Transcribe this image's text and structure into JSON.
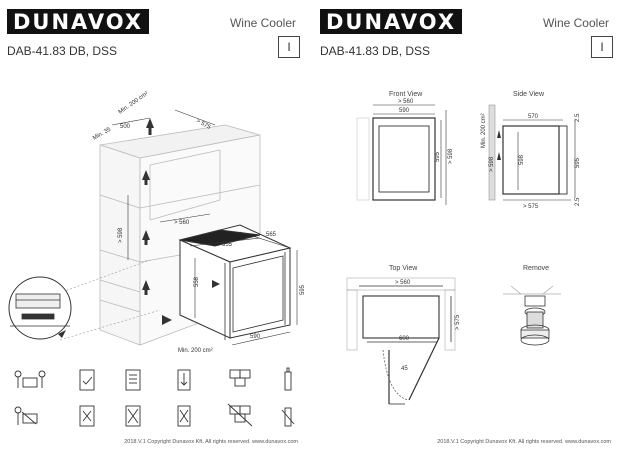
{
  "brand": "DUNAVOX",
  "model": "DAB-41.83 DB, DSS",
  "product": "Wine Cooler",
  "page_label": "I",
  "footer": "2018.V.1 Copyright Dunavox Kft. All rights reserved.   www.dunavox.com",
  "left_dims": {
    "min_200": "Min. 200 cm²",
    "min_200b": "Min. 200 cm²",
    "d500": "500",
    "d575": "> 575",
    "d560": "> 560",
    "d598": "> 598",
    "d555": "555",
    "d565": "565",
    "d558": "558",
    "d595": "595",
    "d590": "590",
    "d35": "Min. 35"
  },
  "right_views": {
    "front": "Front View",
    "side": "Side View",
    "top": "Top View",
    "remove": "Remove"
  },
  "right_dims": {
    "f560": "> 560",
    "f590": "590",
    "f595": "595",
    "f598": "> 598",
    "s570": "570",
    "s25a": "2.5",
    "s598": "598",
    "s595": "595",
    "s25b": "2.5",
    "s575": "> 575",
    "s_min": "Min. 200 cm²",
    "s598b": "> 598",
    "t560": "> 560",
    "t575": "> 575",
    "t600": "600",
    "t45": "45"
  }
}
